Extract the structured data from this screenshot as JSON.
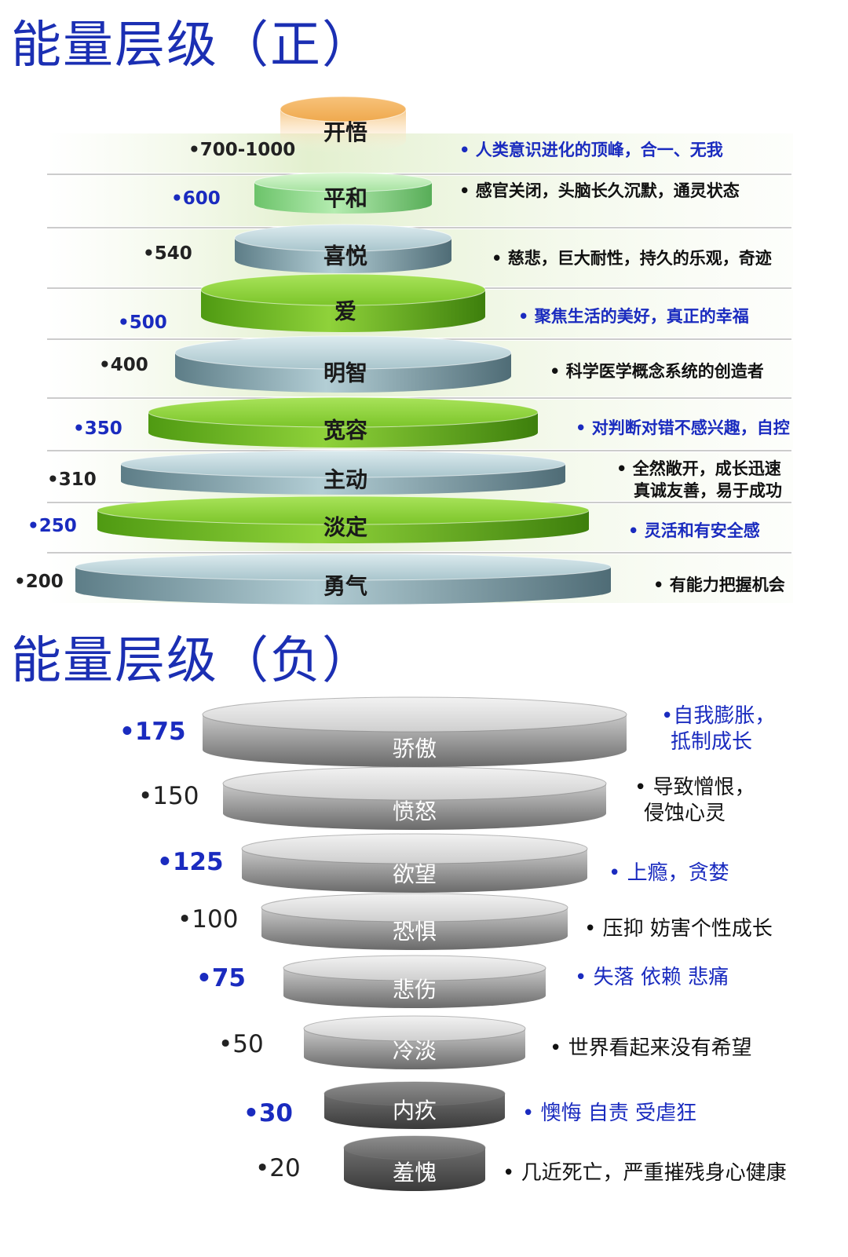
{
  "titles": {
    "positive": "能量层级（正）",
    "negative": "能量层级（负）"
  },
  "positive_levels": [
    {
      "name": "开悟",
      "value": "•700-1000",
      "desc": [
        "• 人类意识进化的顶峰，合一、无我"
      ],
      "value_color": "#222222",
      "desc_color": "#1a2bbf",
      "color": "orange"
    },
    {
      "name": "平和",
      "value": "•600",
      "desc": [
        "• 感官关闭，头脑长久沉默，通灵状态"
      ],
      "value_color": "#1a2bbf",
      "desc_color": "#111111",
      "color": "lightgreen"
    },
    {
      "name": "喜悦",
      "value": "•540",
      "desc": [
        "• 慈悲，巨大耐性，持久的乐观，奇迹"
      ],
      "value_color": "#222222",
      "desc_color": "#111111",
      "color": "steel"
    },
    {
      "name": "爱",
      "value": "•500",
      "desc": [
        "• 聚焦生活的美好，真正的幸福"
      ],
      "value_color": "#1a2bbf",
      "desc_color": "#1a2bbf",
      "color": "green"
    },
    {
      "name": "明智",
      "value": "•400",
      "desc": [
        "• 科学医学概念系统的创造者"
      ],
      "value_color": "#222222",
      "desc_color": "#111111",
      "color": "steel"
    },
    {
      "name": "宽容",
      "value": "•350",
      "desc": [
        "• 对判断对错不感兴趣，自控"
      ],
      "value_color": "#1a2bbf",
      "desc_color": "#1a2bbf",
      "color": "green"
    },
    {
      "name": "主动",
      "value": "•310",
      "desc": [
        "• 全然敞开，成长迅速",
        "真诚友善，易于成功"
      ],
      "value_color": "#222222",
      "desc_color": "#111111",
      "color": "steel"
    },
    {
      "name": "淡定",
      "value": "•250",
      "desc": [
        "• 灵活和有安全感"
      ],
      "value_color": "#1a2bbf",
      "desc_color": "#1a2bbf",
      "color": "green"
    },
    {
      "name": "勇气",
      "value": "•200",
      "desc": [
        "• 有能力把握机会"
      ],
      "value_color": "#222222",
      "desc_color": "#111111",
      "color": "steel"
    }
  ],
  "negative_levels": [
    {
      "name": "骄傲",
      "value": "•175",
      "desc": [
        "•自我膨胀，",
        "抵制成长"
      ],
      "value_color": "#1a2bbf",
      "desc_color": "#1a2bbf"
    },
    {
      "name": "愤怒",
      "value": "•150",
      "desc": [
        "• 导致憎恨，",
        "侵蚀心灵"
      ],
      "value_color": "#222222",
      "desc_color": "#111111"
    },
    {
      "name": "欲望",
      "value": "•125",
      "desc": [
        "• 上瘾，贪婪"
      ],
      "value_color": "#1a2bbf",
      "desc_color": "#1a2bbf"
    },
    {
      "name": "恐惧",
      "value": "•100",
      "desc": [
        "• 压抑 妨害个性成长"
      ],
      "value_color": "#222222",
      "desc_color": "#111111"
    },
    {
      "name": "悲伤",
      "value": "•75",
      "desc": [
        "• 失落 依赖 悲痛"
      ],
      "value_color": "#1a2bbf",
      "desc_color": "#1a2bbf"
    },
    {
      "name": "冷淡",
      "value": "•50",
      "desc": [
        "• 世界看起来没有希望"
      ],
      "value_color": "#222222",
      "desc_color": "#111111"
    },
    {
      "name": "内疚",
      "value": "•30",
      "desc": [
        "• 懊悔 自责 受虐狂"
      ],
      "value_color": "#1a2bbf",
      "desc_color": "#1a2bbf"
    },
    {
      "name": "羞愧",
      "value": "•20",
      "desc": [
        "• 几近死亡，严重摧残身心健康"
      ],
      "value_color": "#222222",
      "desc_color": "#111111"
    }
  ]
}
